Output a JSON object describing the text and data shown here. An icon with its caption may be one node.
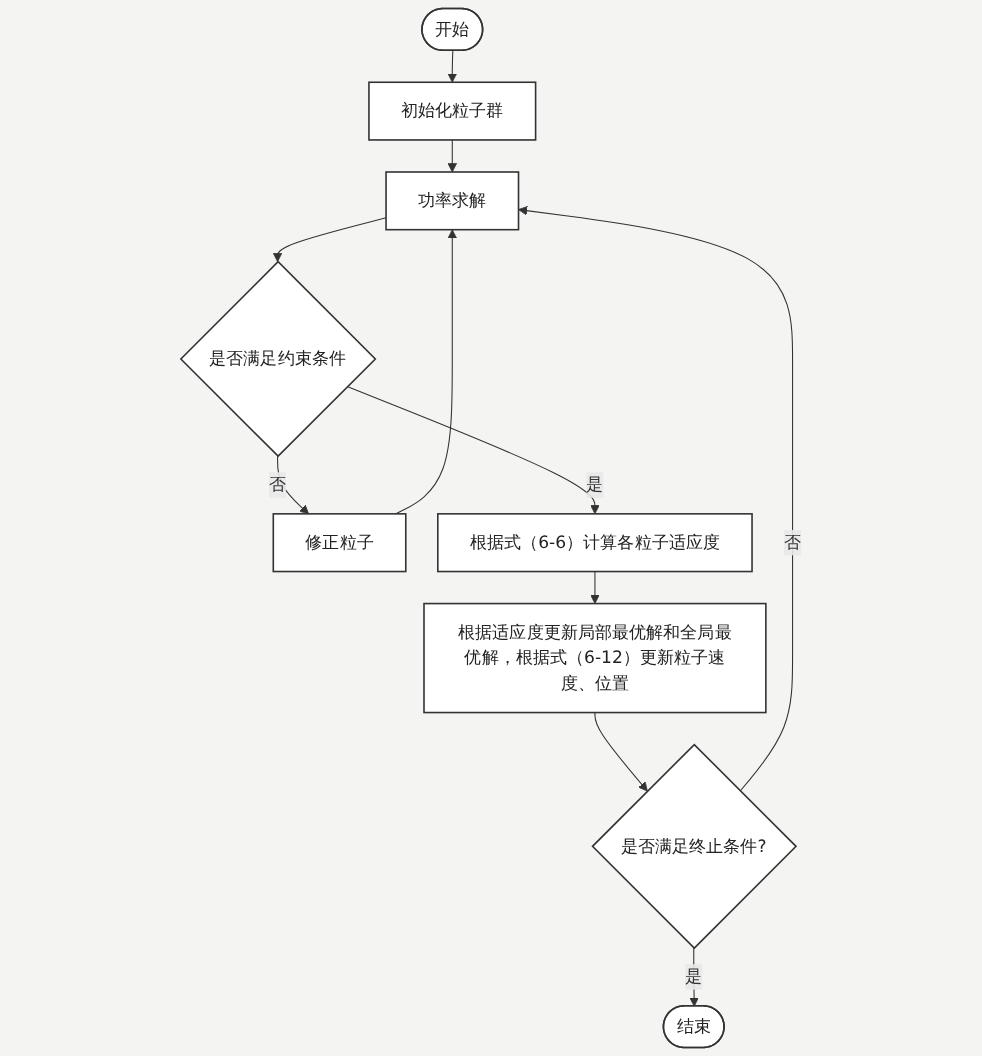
{
  "diagram": {
    "nodes": [
      {
        "text": [
          "开始"
        ]
      },
      {
        "text": [
          "初始化粒子群"
        ]
      },
      {
        "text": [
          "功率求解"
        ]
      },
      {
        "text": [
          "修正粒子"
        ]
      },
      {
        "text": [
          "是否满足约束条件"
        ]
      },
      {
        "text": [
          "根据式（6-6）计算各粒子适应度"
        ]
      },
      {
        "text": [
          "根据适应度更新局部最优解和全局最优解，根据式（6-12）更新粒子速度、位置"
        ]
      },
      {
        "text": [
          "是否满足终止条件?"
        ]
      },
      {
        "text": [
          "结束"
        ]
      }
    ],
    "edges": [
      {
        "from": 0,
        "to": 1,
        "arrow": "to"
      },
      {
        "from": 1,
        "to": 2,
        "arrow": "to"
      },
      {
        "from": 2,
        "to": 4,
        "arrow": "to"
      },
      {
        "from": 4,
        "to": 3,
        "arrow": "to",
        "label": "否"
      },
      {
        "from": 3,
        "to": 2,
        "arrow": "to"
      },
      {
        "from": 4,
        "to": 5,
        "arrow": "to",
        "label": "是"
      },
      {
        "from": 5,
        "to": 6,
        "arrow": "to"
      },
      {
        "from": 6,
        "to": 7,
        "arrow": "to"
      },
      {
        "from": 7,
        "to": 2,
        "arrow": "to",
        "label": "否"
      },
      {
        "from": 7,
        "to": 8,
        "arrow": "to",
        "label": "是"
      }
    ]
  }
}
